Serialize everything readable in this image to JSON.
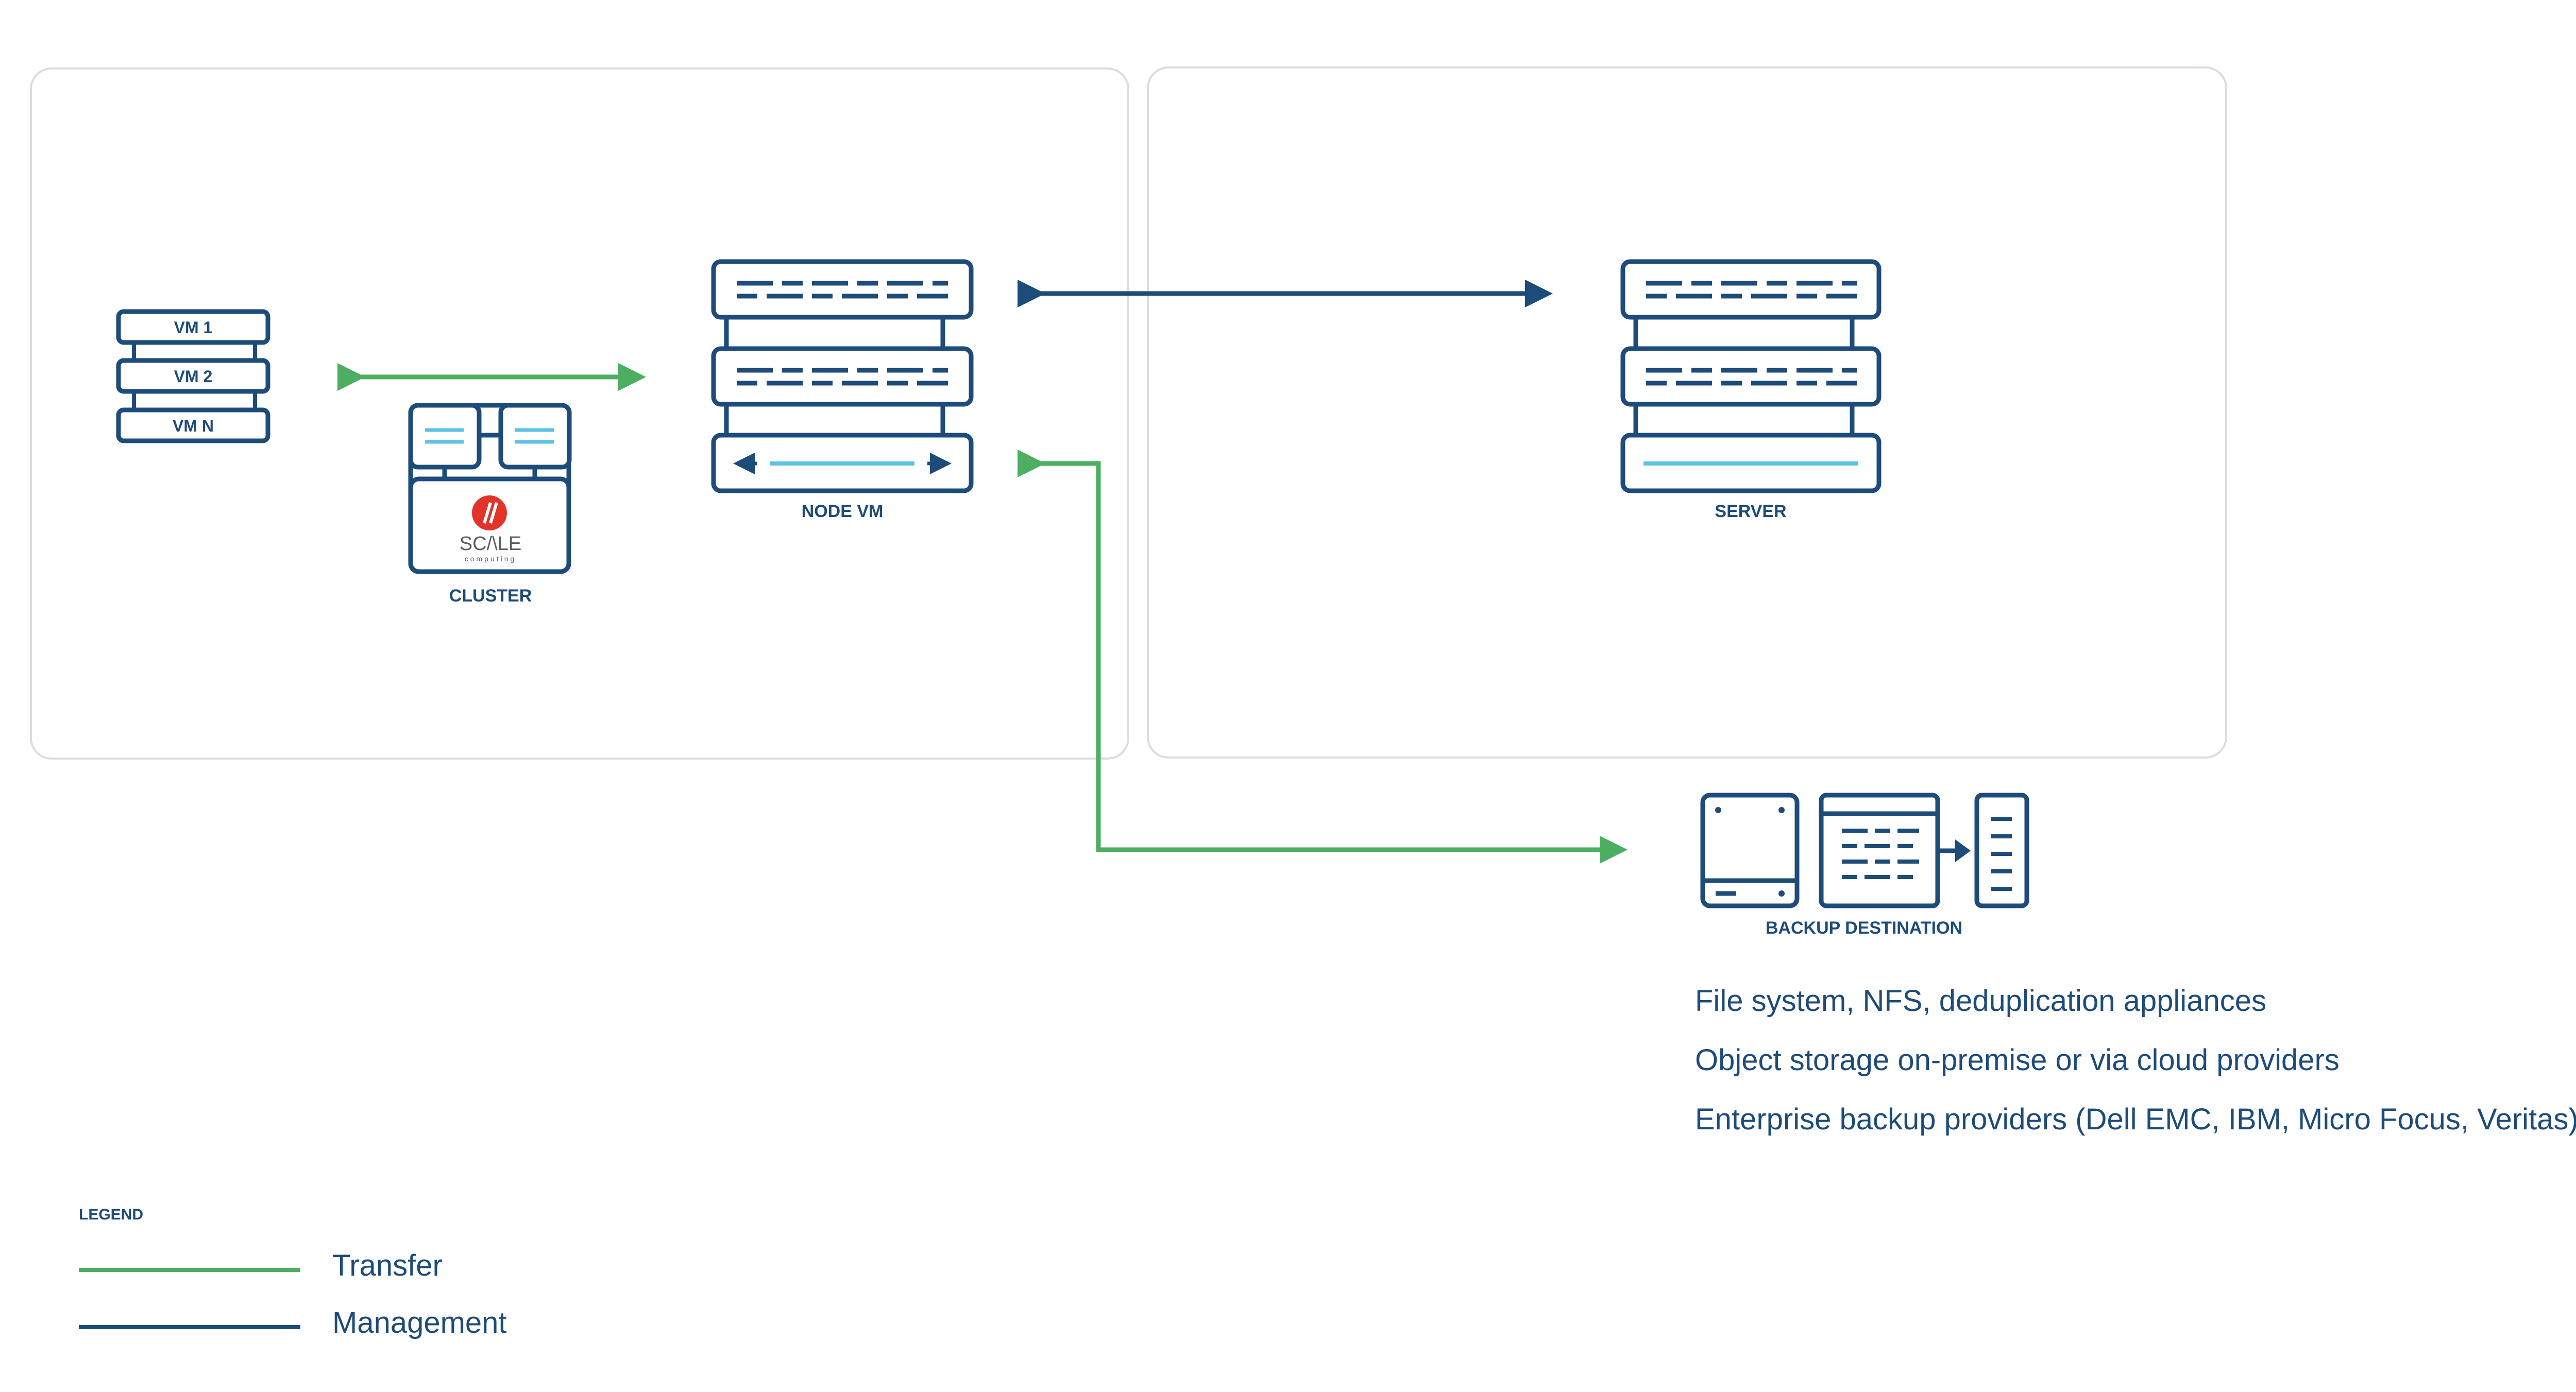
{
  "colors": {
    "navy": "#1d4b7a",
    "green": "#4cae61",
    "light_blue": "#5bc1e6",
    "panel_border": "#d9dde2",
    "scale_red": "#e2342a"
  },
  "nodes": {
    "vm_list": [
      "VM 1",
      "VM 2",
      "VM N"
    ],
    "cluster": {
      "label": "CLUSTER",
      "logo_text": "SC/\\LE",
      "logo_subtext": "computing"
    },
    "node_vm": {
      "label": "NODE VM"
    },
    "server": {
      "label": "SERVER"
    },
    "backup": {
      "label": "BACKUP DESTINATION"
    }
  },
  "backup_descriptions": [
    "File system, NFS, deduplication appliances",
    "Object storage on-premise or via cloud providers",
    "Enterprise backup providers (Dell EMC, IBM, Micro Focus, Veritas)"
  ],
  "legend": {
    "title": "LEGEND",
    "items": [
      {
        "name": "Transfer",
        "color": "green"
      },
      {
        "name": "Management",
        "color": "navy"
      }
    ]
  }
}
